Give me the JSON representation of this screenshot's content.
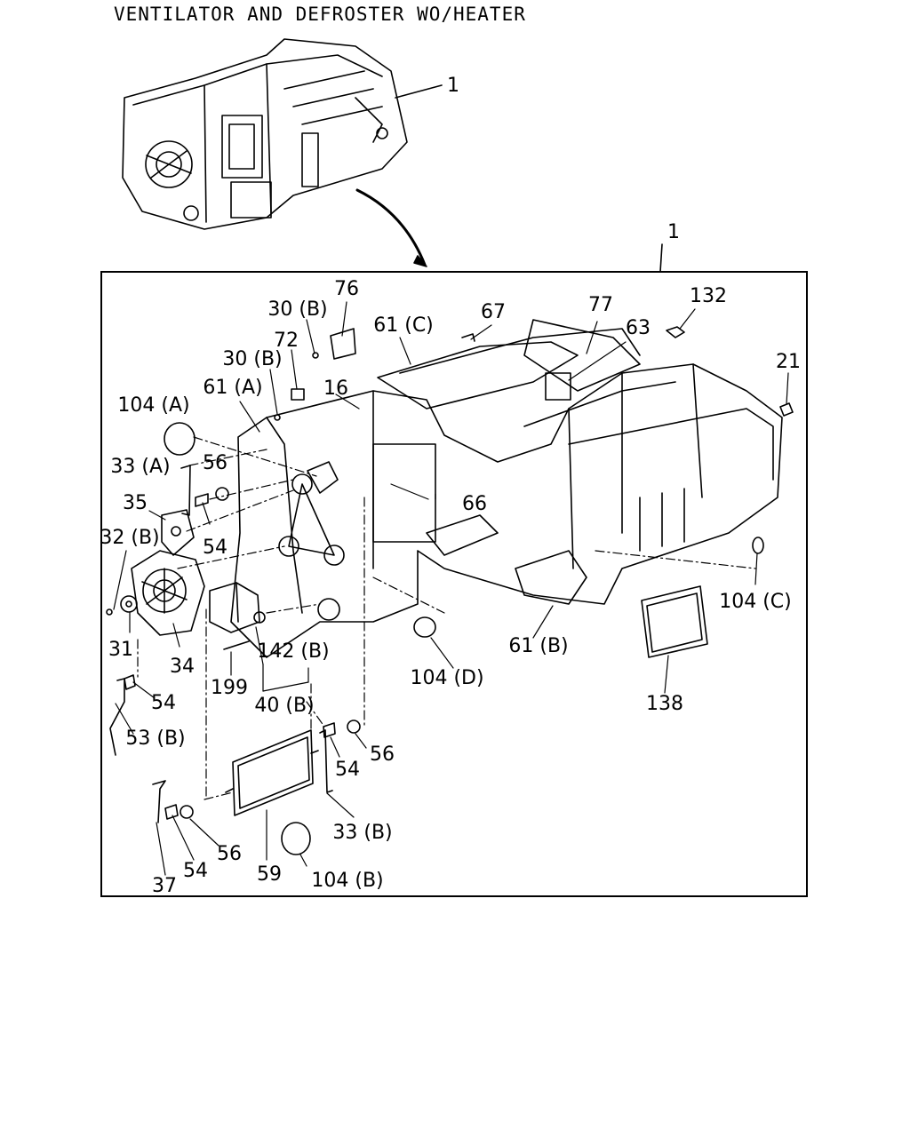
{
  "title": "VENTILATOR AND DEFROSTER WO/HEATER",
  "colors": {
    "line": "#000000",
    "background": "#ffffff"
  },
  "callouts": {
    "c1_top": "1",
    "c1_frame": "1",
    "c76": "76",
    "c30b_a": "30 (B)",
    "c72": "72",
    "c30b_b": "30 (B)",
    "c61c": "61 (C)",
    "c67": "67",
    "c77": "77",
    "c63": "63",
    "c132": "132",
    "c21": "21",
    "c104a": "104 (A)",
    "c61a": "61 (A)",
    "c16": "16",
    "c33a": "33 (A)",
    "c56_a": "56",
    "c66": "66",
    "c35": "35",
    "c54_a": "54",
    "c32b": "32 (B)",
    "c104c": "104 (C)",
    "c31": "31",
    "c34": "34",
    "c142b": "142 (B)",
    "c61b": "61 (B)",
    "c104d": "104 (D)",
    "c199": "199",
    "c54_b": "54",
    "c40b": "40 (B)",
    "c138": "138",
    "c53b": "53 (B)",
    "c56_b": "56",
    "c54_c": "54",
    "c33b": "33 (B)",
    "c56_c": "56",
    "c54_d": "54",
    "c59": "59",
    "c104b": "104 (B)",
    "c37": "37"
  }
}
